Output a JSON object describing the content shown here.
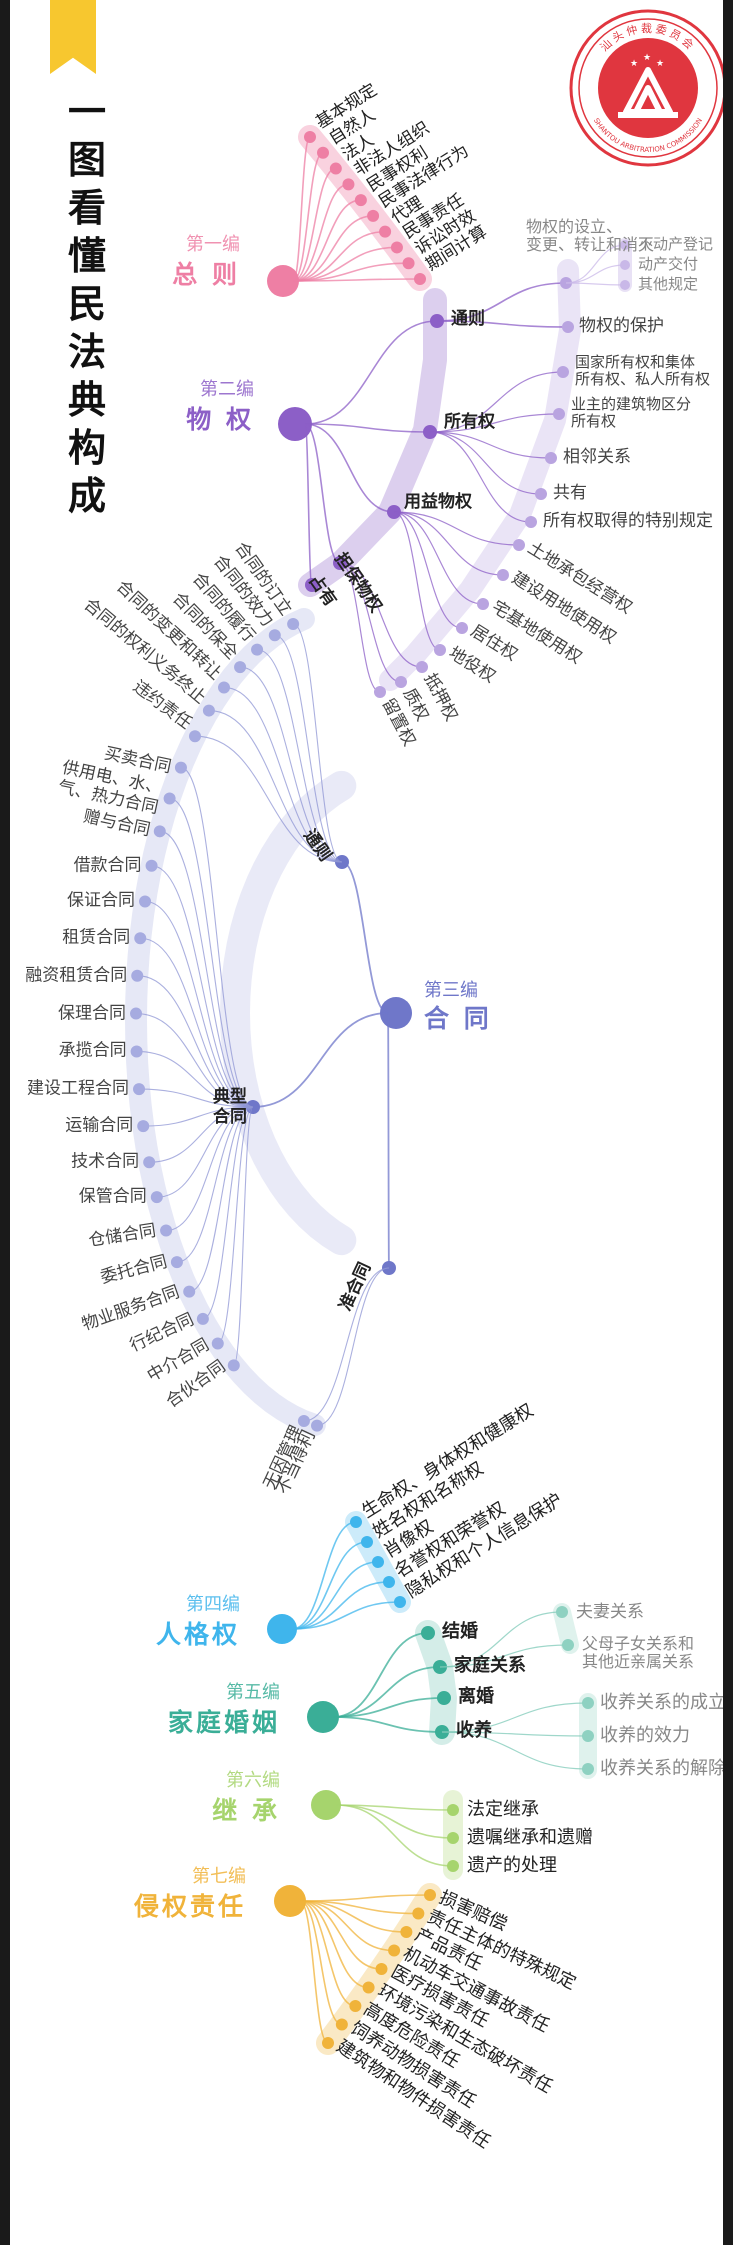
{
  "title": "一图看懂民法典构成",
  "seal": {
    "top_text": "汕头仲裁委员会",
    "bottom_text": "SHANTOU ARBITRATION COMMISSION",
    "color": "#e0363f"
  },
  "colors": {
    "part1": "#ee7fa4",
    "part2": "#8c5fc7",
    "part3": "#6f77c9",
    "part4": "#3fb5ec",
    "part5": "#3aae97",
    "part6": "#a6d46d",
    "part7": "#f0b33a",
    "bookmark": "#f7c72f"
  },
  "parts": [
    {
      "id": "p1",
      "num": "第一编",
      "name": "总 则",
      "items": [
        "基本规定",
        "自然人",
        "法人",
        "非法人组织",
        "民事权利",
        "民事法律行为",
        "代理",
        "民事责任",
        "诉讼时效",
        "期间计算"
      ]
    },
    {
      "id": "p2",
      "num": "第二编",
      "name": "物 权",
      "sections": [
        {
          "label": "通则",
          "items": [
            {
              "text": "物权的设立、\n变更、转让和消灭",
              "children": [
                "不动产登记",
                "动产交付",
                "其他规定"
              ]
            },
            {
              "text": "物权的保护"
            }
          ]
        },
        {
          "label": "所有权",
          "items": [
            {
              "text": "国家所有权和集体\n所有权、私人所有权"
            },
            {
              "text": "业主的建筑物区分\n所有权"
            },
            {
              "text": "相邻关系"
            },
            {
              "text": "共有"
            },
            {
              "text": "所有权取得的特别规定"
            }
          ]
        },
        {
          "label": "用益物权",
          "items": [
            "土地承包经营权",
            "建设用地使用权",
            "宅基地使用权",
            "居住权",
            "地役权"
          ]
        },
        {
          "label": "担保物权",
          "items": [
            "抵押权",
            "质权",
            "留置权"
          ]
        },
        {
          "label": "占有",
          "items": []
        }
      ]
    },
    {
      "id": "p3",
      "num": "第三编",
      "name": "合 同",
      "sections": [
        {
          "label": "通则",
          "items": [
            "合同的订立",
            "合同的效力",
            "合同的履行",
            "合同的保全",
            "合同的变更和转让",
            "合同的权利义务终止",
            "违约责任"
          ]
        },
        {
          "label": "典型\n合同",
          "items": [
            "买卖合同",
            "供用电、水、\n气、热力合同",
            "赠与合同",
            "借款合同",
            "保证合同",
            "租赁合同",
            "融资租赁合同",
            "保理合同",
            "承揽合同",
            "建设工程合同",
            "运输合同",
            "技术合同",
            "保管合同",
            "仓储合同",
            "委托合同",
            "物业服务合同",
            "行纪合同",
            "中介合同",
            "合伙合同"
          ]
        },
        {
          "label": "准合同",
          "items": [
            "无因管理",
            "不当得利"
          ]
        }
      ]
    },
    {
      "id": "p4",
      "num": "第四编",
      "name": "人格权",
      "items": [
        "生命权、身体权和健康权",
        "姓名权和名称权",
        "肖像权",
        "名誉权和荣誉权",
        "隐私权和个人信息保护"
      ]
    },
    {
      "id": "p5",
      "num": "第五编",
      "name": "家庭婚姻",
      "sections": [
        {
          "label": "结婚",
          "items": []
        },
        {
          "label": "家庭关系",
          "items": [
            "夫妻关系",
            "父母子女关系和\n其他近亲属关系"
          ]
        },
        {
          "label": "离婚",
          "items": []
        },
        {
          "label": "收养",
          "items": [
            "收养关系的成立",
            "收养的效力",
            "收养关系的解除"
          ]
        }
      ]
    },
    {
      "id": "p6",
      "num": "第六编",
      "name": "继 承",
      "items": [
        "法定继承",
        "遗嘱继承和遗赠",
        "遗产的处理"
      ]
    },
    {
      "id": "p7",
      "num": "第七编",
      "name": "侵权责任",
      "items": [
        "损害赔偿",
        "责任主体的特殊规定",
        "产品责任",
        "机动车交通事故责任",
        "医疗损害责任",
        "环境污染和生态破坏责任",
        "高度危险责任",
        "饲养动物损害责任",
        "建筑物和物件损害责任"
      ]
    }
  ]
}
